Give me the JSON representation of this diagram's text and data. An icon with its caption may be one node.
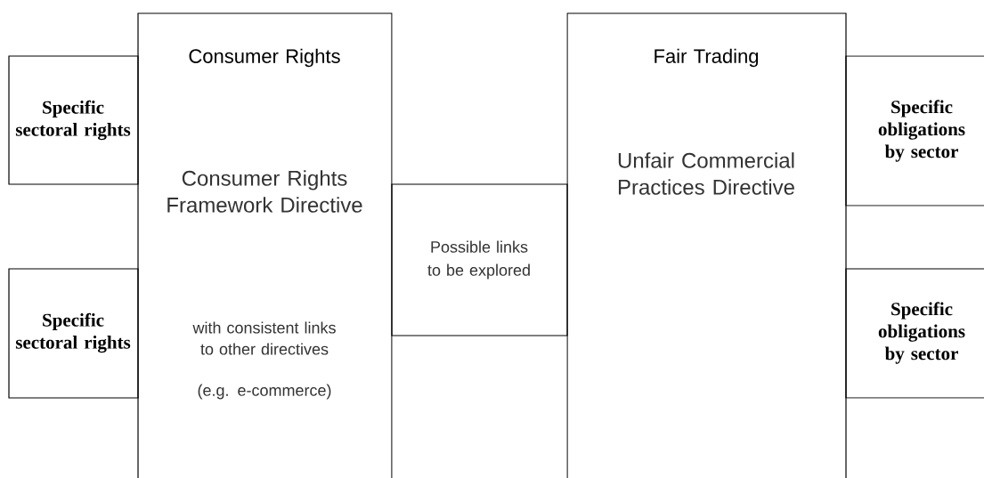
{
  "diagram": {
    "nodes": [
      {
        "text": [
          "Consumer Rights",
          "Consumer Rights Framework Directive",
          "with consistent links to other directives",
          "(e.g. e-commerce)"
        ]
      },
      {
        "text": [
          "Specific sectoral rights"
        ]
      },
      {
        "text": [
          "Specific sectoral rights"
        ]
      },
      {
        "text": [
          "Possible links to be explored"
        ]
      },
      {
        "text": [
          "Fair Trading",
          "Unfair Commercial Practices Directive"
        ]
      },
      {
        "text": [
          "Specific obligations by sector"
        ]
      },
      {
        "text": [
          "Specific obligations by sector"
        ]
      }
    ]
  }
}
